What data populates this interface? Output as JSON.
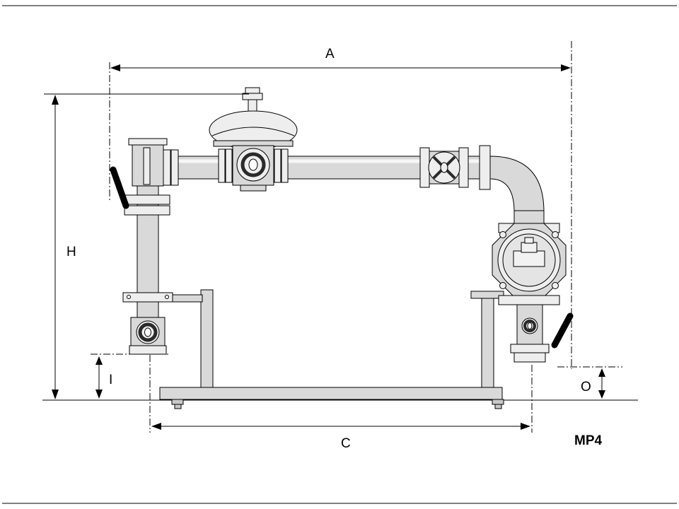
{
  "labels": {
    "dim_a": "A",
    "dim_h": "H",
    "dim_i": "I",
    "dim_c": "C",
    "dim_o": "O",
    "model": "MP4"
  },
  "colors": {
    "line": "#000000",
    "metal": "#d9d9d9",
    "metal-light": "#eeeeee",
    "metal-mid": "#c8c8c8",
    "bg": "#ffffff"
  }
}
